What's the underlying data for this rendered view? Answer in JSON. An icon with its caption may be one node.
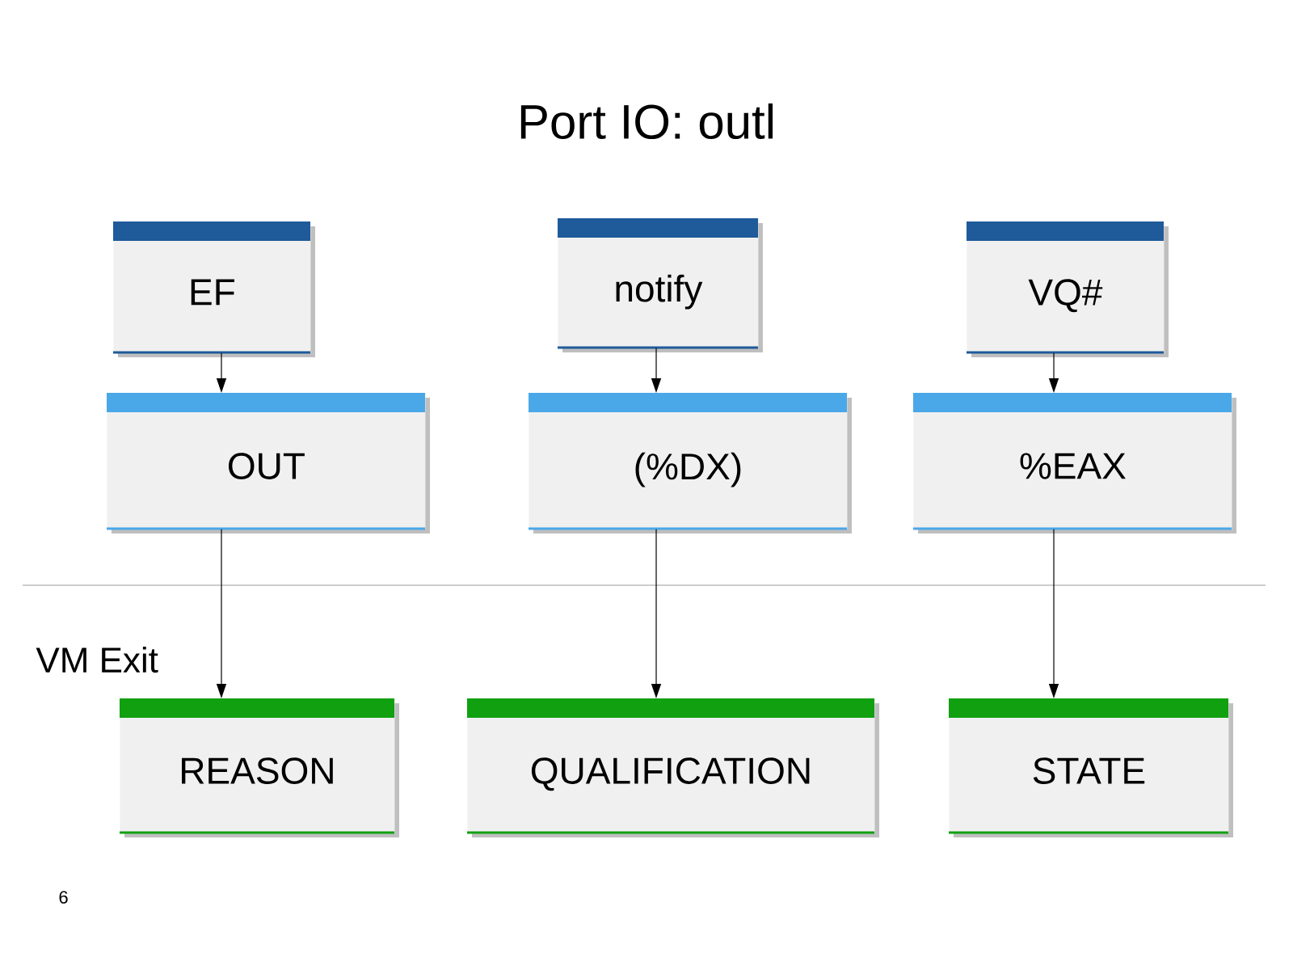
{
  "diagram": {
    "title": "Port IO: outl",
    "nodes": [
      {
        "text": [
          "EF"
        ]
      },
      {
        "text": [
          "notify"
        ]
      },
      {
        "text": [
          "VQ#"
        ]
      },
      {
        "text": [
          "OUT"
        ]
      },
      {
        "text": [
          "(%DX)"
        ]
      },
      {
        "text": [
          "%EAX"
        ]
      },
      {
        "text": [
          "REASON"
        ]
      },
      {
        "text": [
          "QUALIFICATION"
        ]
      },
      {
        "text": [
          "STATE"
        ]
      }
    ],
    "edges": [
      {
        "from": 0,
        "to": 3,
        "arrow": "to"
      },
      {
        "from": 1,
        "to": 4,
        "arrow": "to"
      },
      {
        "from": 2,
        "to": 5,
        "arrow": "to"
      },
      {
        "from": 3,
        "to": 6,
        "arrow": "to"
      },
      {
        "from": 4,
        "to": 7,
        "arrow": "to"
      },
      {
        "from": 5,
        "to": 8,
        "arrow": "to"
      }
    ],
    "labels": [
      "VM Exit",
      "6"
    ]
  }
}
